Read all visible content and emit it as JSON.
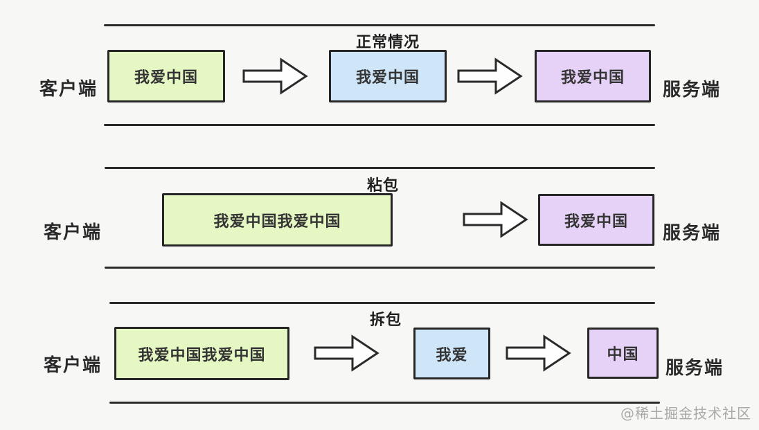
{
  "page": {
    "background": "#f7f7f5",
    "watermark": "@稀土掘金技术社区"
  },
  "colors": {
    "line": "#2a2a2a",
    "box_border": "#262626",
    "green": "#e5f7c3",
    "blue": "#cfe6f9",
    "purple": "#e6d2f7",
    "arrow_fill": "#fefefe"
  },
  "rows": [
    {
      "title": "正常情况",
      "left_label": "客户端",
      "right_label": "服务端",
      "boxes": [
        {
          "text": "我爱中国",
          "color": "#e5f7c3"
        },
        {
          "text": "我爱中国",
          "color": "#cfe6f9"
        },
        {
          "text": "我爱中国",
          "color": "#e6d2f7"
        }
      ]
    },
    {
      "title": "粘包",
      "left_label": "客户端",
      "right_label": "服务端",
      "boxes": [
        {
          "text": "我爱中国我爱中国",
          "color": "#e5f7c3"
        },
        {
          "text": "我爱中国",
          "color": "#e6d2f7"
        }
      ]
    },
    {
      "title": "拆包",
      "left_label": "客户端",
      "right_label": "服务端",
      "boxes": [
        {
          "text": "我爱中国我爱中国",
          "color": "#e5f7c3"
        },
        {
          "text": "我爱",
          "color": "#cfe6f9"
        },
        {
          "text": "中国",
          "color": "#e6d2f7"
        }
      ]
    }
  ]
}
